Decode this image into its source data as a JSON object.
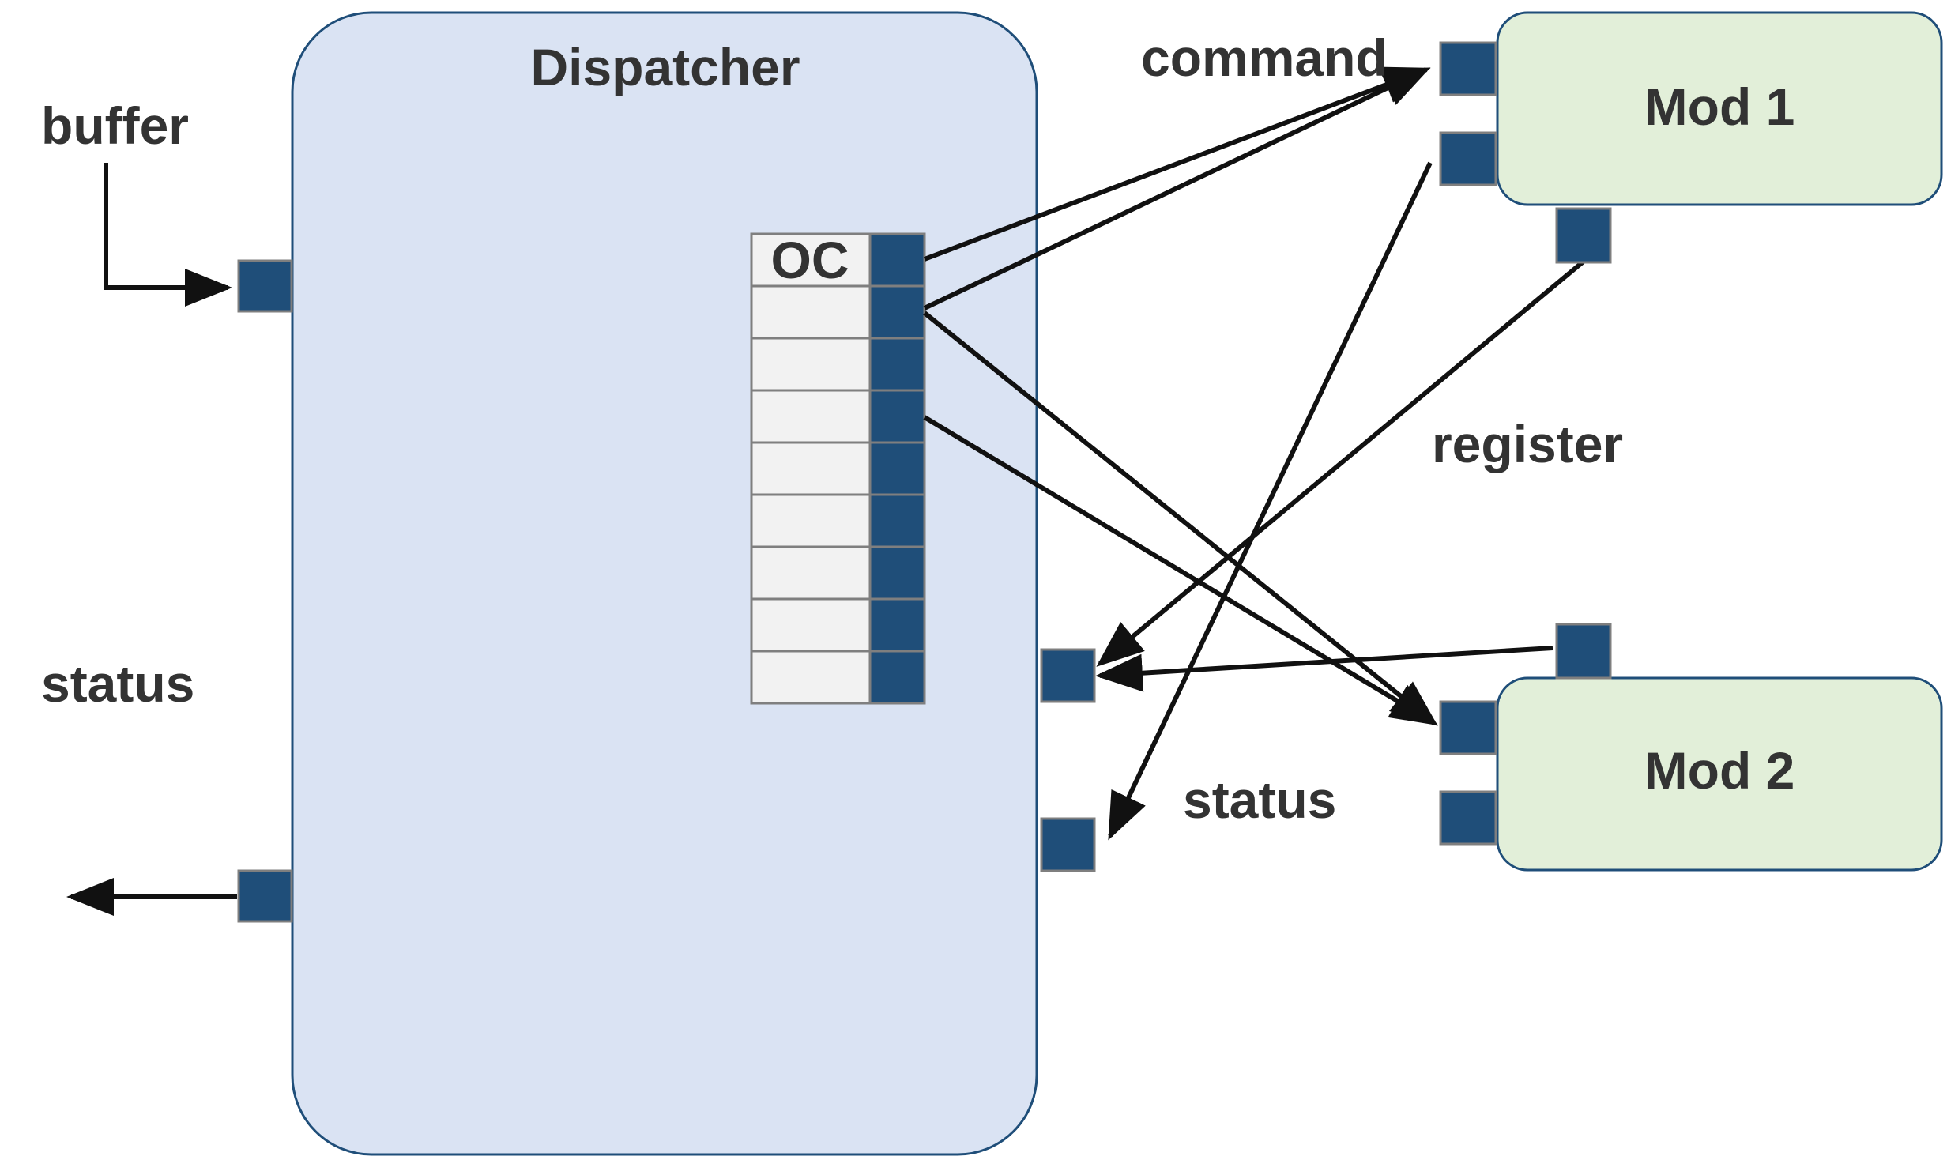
{
  "labels": {
    "buffer": "buffer",
    "status_left": "status",
    "command": "command",
    "register": "register",
    "status_right": "status"
  },
  "dispatcher": {
    "title": "Dispatcher",
    "oc_header": "OC",
    "oc_rows": 9
  },
  "modules": [
    {
      "label": "Mod 1"
    },
    {
      "label": "Mod 2"
    }
  ],
  "colors": {
    "dispatcher_fill": "#dae3f3",
    "dispatcher_border": "#1f4e79",
    "module_fill": "#e2efd9",
    "port_fill": "#1f4e79",
    "port_border": "#7f7f7f",
    "table_fill": "#f2f2f2",
    "arrow": "#111111",
    "text": "#333333"
  }
}
